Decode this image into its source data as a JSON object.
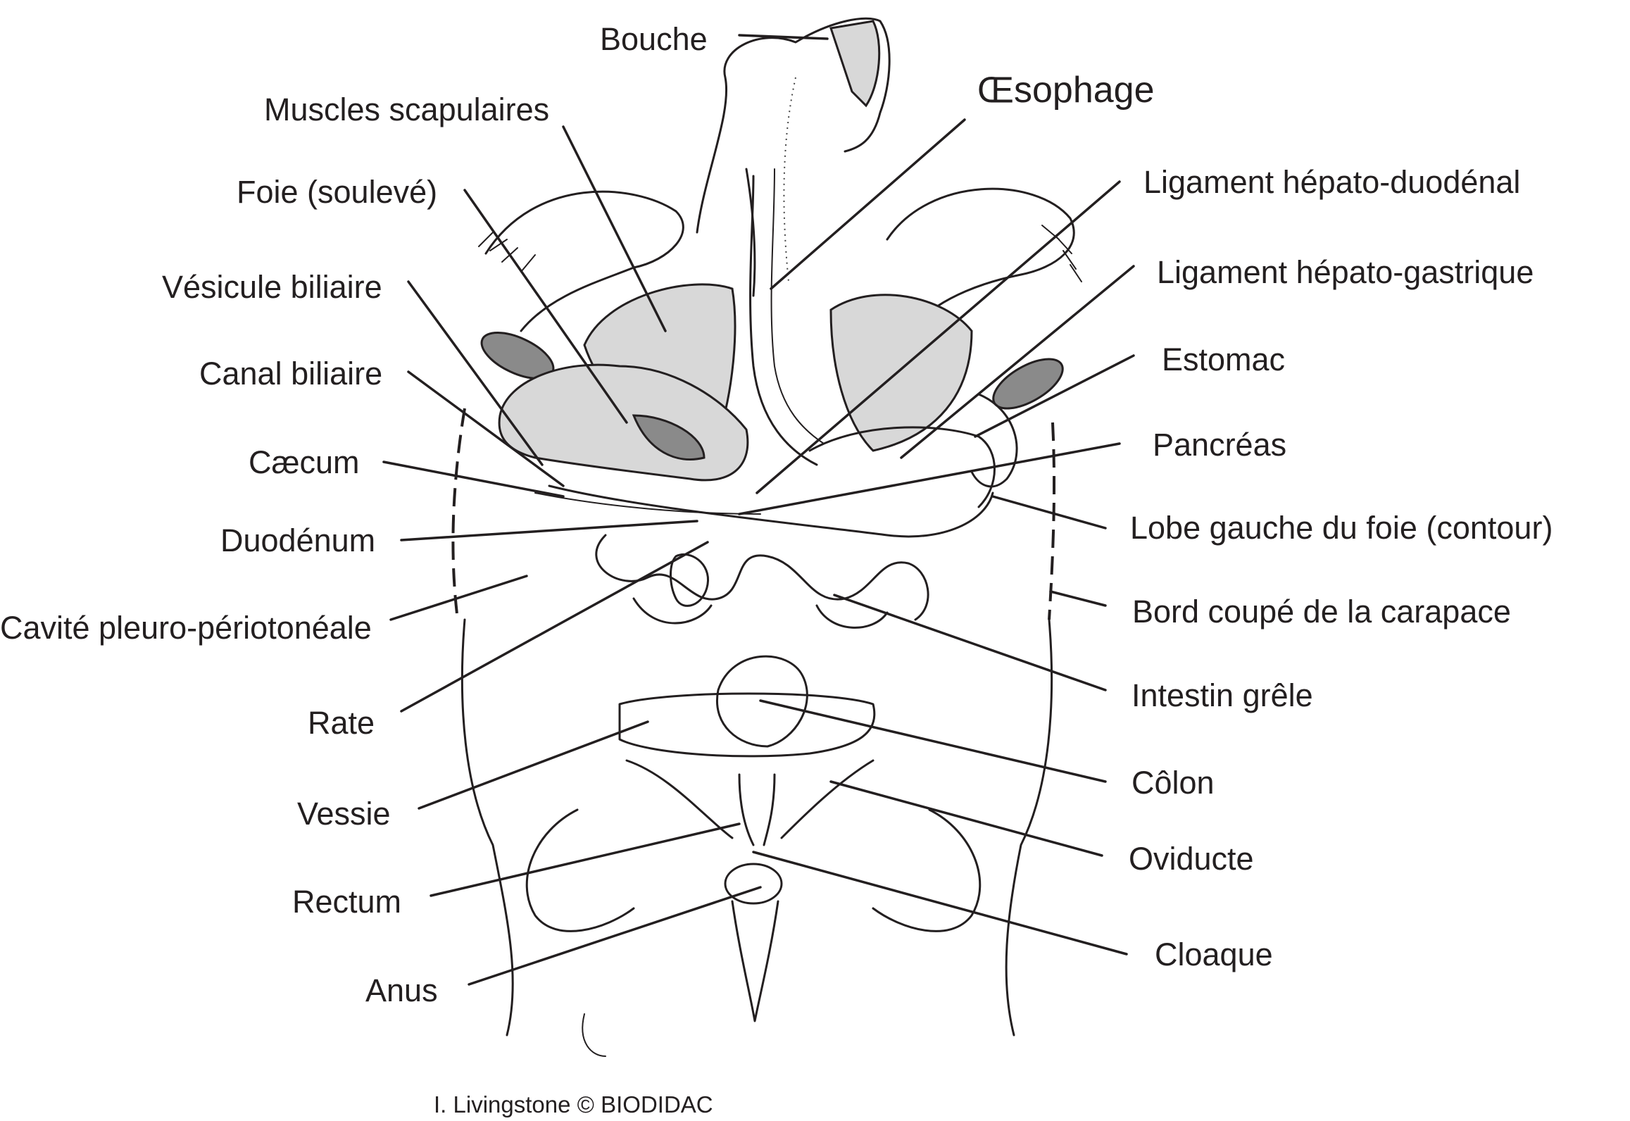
{
  "labels": {
    "bouche": "Bouche",
    "muscles_scapulaires": "Muscles scapulaires",
    "foie": "Foie (soulevé)",
    "vesicule_biliaire": "Vésicule biliaire",
    "canal_biliaire": "Canal biliaire",
    "caecum": "Cæcum",
    "duodenum": "Duodénum",
    "cavite": "Cavité pleuro-périotonéale",
    "rate": "Rate",
    "vessie": "Vessie",
    "rectum": "Rectum",
    "anus": "Anus",
    "oesophage": "Œsophage",
    "ligament_hepato_duodenal": "Ligament hépato-duodénal",
    "ligament_hepato_gastrique": "Ligament hépato-gastrique",
    "estomac": "Estomac",
    "pancreas": "Pancréas",
    "lobe_gauche": "Lobe gauche du foie (contour)",
    "bord_carapace": "Bord coupé de la carapace",
    "intestin_grele": "Intestin grêle",
    "colon": "Côlon",
    "oviducte": "Oviducte",
    "cloaque": "Cloaque"
  },
  "credit": "I. Livingstone © BIODIDAC",
  "colors": {
    "ink": "#231f20",
    "background": "#ffffff"
  }
}
